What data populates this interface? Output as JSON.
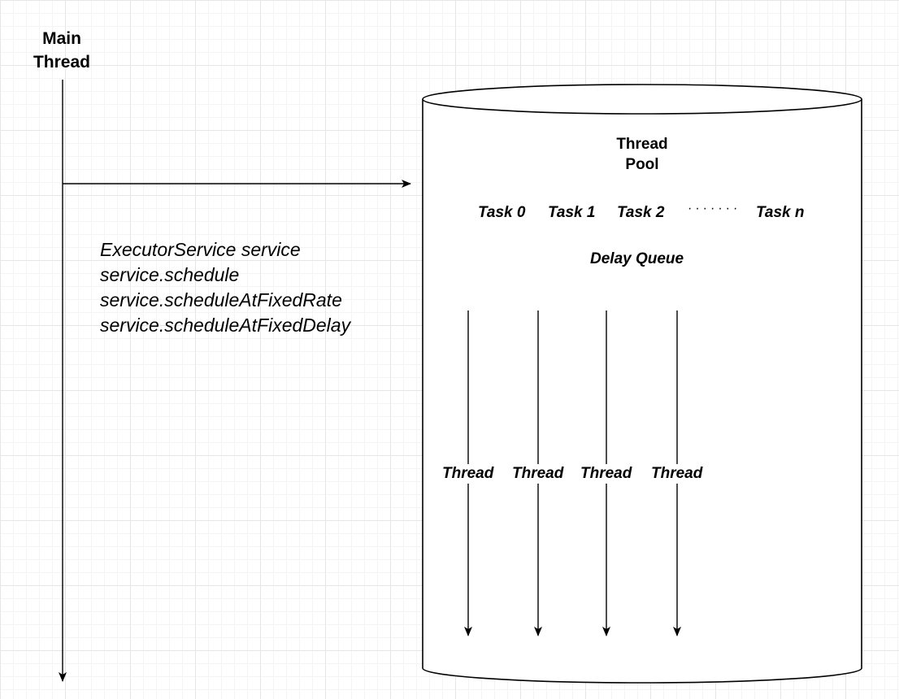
{
  "main_thread": {
    "label_line1": "Main",
    "label_line2": "Thread"
  },
  "code": [
    "ExecutorService service",
    "service.schedule",
    "service.scheduleAtFixedRate",
    "service.scheduleAtFixedDelay"
  ],
  "pool": {
    "title_line1": "Thread",
    "title_line2": "Pool",
    "tasks": [
      "Task 0",
      "Task 1",
      "Task 2",
      "Task n"
    ],
    "ellipsis": "·······",
    "queue_label": "Delay Queue",
    "threads": [
      "Thread",
      "Thread",
      "Thread",
      "Thread"
    ]
  }
}
